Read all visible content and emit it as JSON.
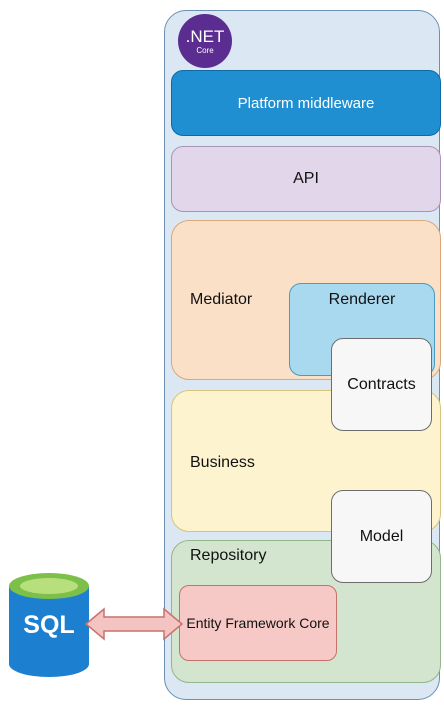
{
  "logo": {
    "net": ".NET",
    "core": "Core"
  },
  "layers": {
    "platform_middleware": "Platform middleware",
    "api": "API",
    "mediator": "Mediator",
    "renderer": "Renderer",
    "contracts": "Contracts",
    "business": "Business",
    "model": "Model",
    "repository": "Repository",
    "entity_framework": "Entity Framework Core"
  },
  "database": {
    "label": "SQL",
    "icon": "database-cylinder-icon"
  },
  "colors": {
    "dotnet_purple": "#5c2d91",
    "platform_blue": "#1f8fd1",
    "api_purple": "#e2d6ea",
    "mediator_orange": "#fbe0c8",
    "renderer_blue": "#a9d9ef",
    "business_yellow": "#fdf4cf",
    "repository_green": "#d4e5cf",
    "ef_pink": "#f6c9c6",
    "sql_blue": "#1c7fd0",
    "sql_green": "#7cc04a"
  }
}
